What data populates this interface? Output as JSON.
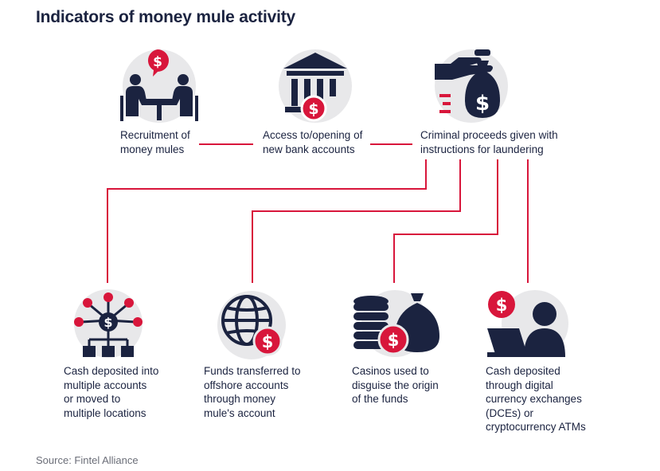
{
  "title": "Indicators of money mule activity",
  "source": "Source: Fintel Alliance",
  "colors": {
    "navy": "#1b2340",
    "red": "#d8163b",
    "circle": "#e8e8ea"
  },
  "top_steps": [
    {
      "icon": "recruitment-meeting-icon",
      "lines": [
        "Recruitment of",
        "money mules"
      ]
    },
    {
      "icon": "bank-building-icon",
      "lines": [
        "Access to/opening of",
        "new bank accounts"
      ]
    },
    {
      "icon": "hand-money-bag-icon",
      "lines": [
        "Criminal proceeds given with",
        "instructions for laundering"
      ]
    }
  ],
  "indicators": [
    {
      "icon": "distribution-network-icon",
      "lines": [
        "Cash deposited into",
        "multiple accounts",
        "or moved to",
        "multiple locations"
      ]
    },
    {
      "icon": "globe-dollar-icon",
      "lines": [
        "Funds transferred to",
        "offshore accounts",
        "through money",
        "mule's account"
      ]
    },
    {
      "icon": "coins-money-bag-icon",
      "lines": [
        "Casinos used to",
        "disguise the origin",
        "of the funds"
      ]
    },
    {
      "icon": "person-laptop-dollar-icon",
      "lines": [
        "Cash deposited",
        "through digital",
        "currency exchanges",
        "(DCEs) or",
        "cryptocurrency ATMs"
      ]
    }
  ]
}
